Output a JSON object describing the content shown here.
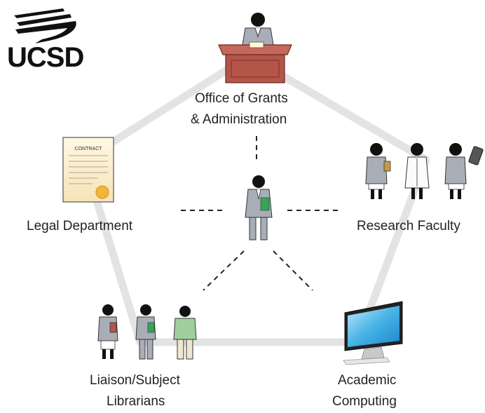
{
  "logo": {
    "text": "UCSD"
  },
  "nodes": {
    "grants": {
      "line1": "Office of Grants",
      "line2": "& Administration"
    },
    "legal": {
      "label": "Legal Department"
    },
    "research": {
      "label": "Research Faculty"
    },
    "librarians": {
      "line1": "Liaison/Subject",
      "line2": "Librarians"
    },
    "computing": {
      "line1": "Academic",
      "line2": "Computing"
    }
  },
  "contract": {
    "text": "CONTRACT"
  },
  "colors": {
    "ring": "#e3e3e3",
    "suit": "#a9adb8",
    "desk": "#b4554a",
    "accent_green": "#3aa35a",
    "monitor": "#47b3e6"
  }
}
